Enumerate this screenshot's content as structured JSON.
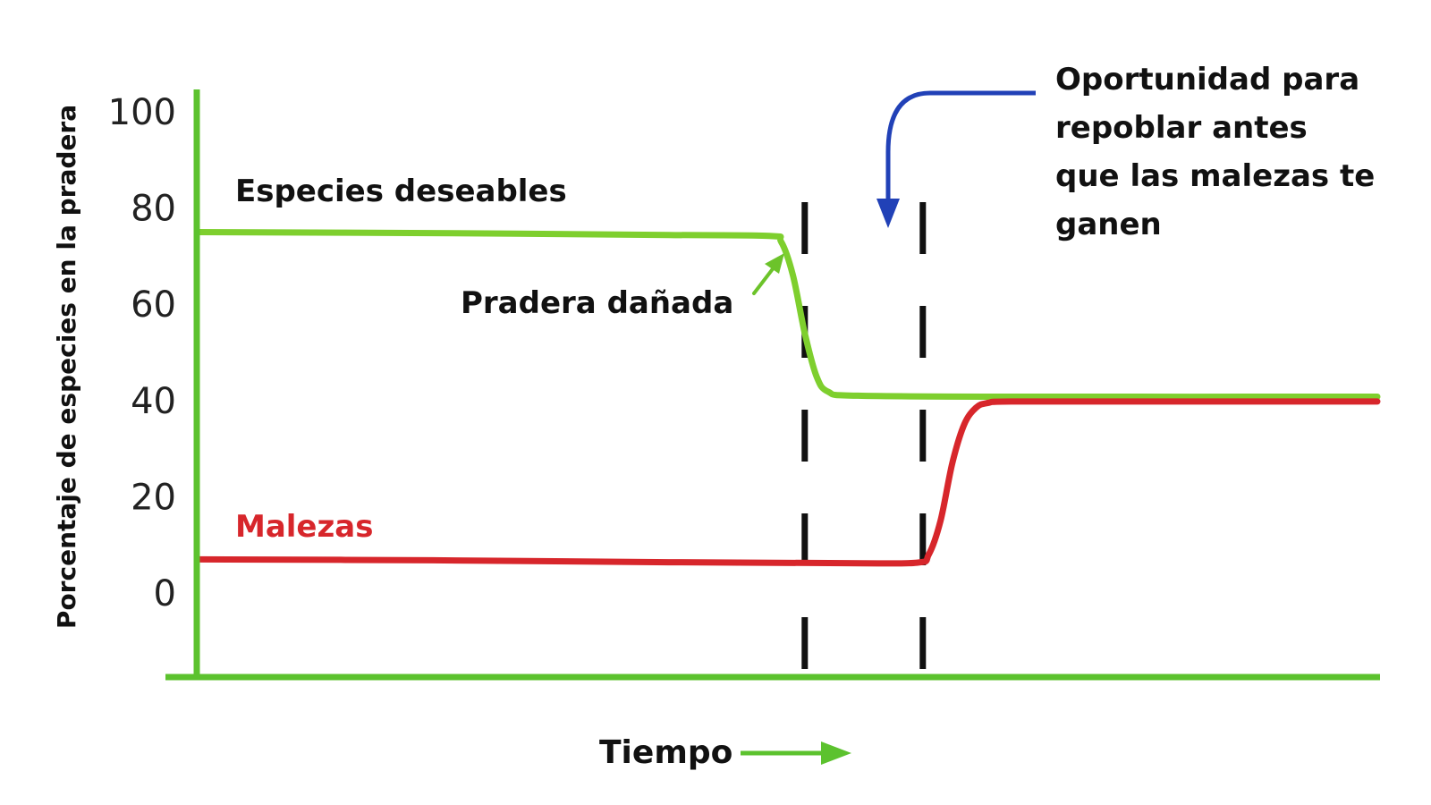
{
  "chart_data": {
    "type": "line",
    "title": "",
    "xlabel": "Tiempo",
    "ylabel": "Porcentaje de especies en la pradera",
    "ylim": [
      -17,
      100
    ],
    "xlim": [
      0,
      100
    ],
    "yticks": [
      "0",
      "20",
      "40",
      "60",
      "80",
      "100"
    ],
    "grid": false,
    "colors": {
      "axis": "#5cc22e",
      "desirable": "#7ecf2e",
      "weeds": "#d7262b",
      "annotation_arrow": "#2141b7",
      "damage_arrow": "#6cc32a",
      "divider": "#111111"
    },
    "series": [
      {
        "name": "Especies deseables",
        "color": "#7ecf2e",
        "x": [
          0,
          20,
          40,
          48.5,
          49.5,
          50.5,
          51.5,
          52.5,
          53.5,
          56,
          70,
          100
        ],
        "y": [
          75,
          74.8,
          74.4,
          74.2,
          73,
          66,
          54,
          45,
          41.8,
          41,
          40.8,
          40.8
        ]
      },
      {
        "name": "Malezas",
        "color": "#d7262b",
        "x": [
          0,
          20,
          40,
          55,
          61,
          62,
          63,
          64,
          65,
          66,
          67,
          69,
          80,
          100
        ],
        "y": [
          7,
          6.8,
          6.4,
          6.2,
          6.3,
          8,
          15,
          27,
          35,
          38.5,
          39.5,
          39.8,
          39.8,
          39.8
        ]
      }
    ],
    "dividers": [
      51.5,
      61.5
    ],
    "annotations": {
      "damage": "Pradera dañada",
      "opportunity": [
        "Oportunidad para",
        "repoblar antes",
        "que las malezas te",
        "ganen"
      ]
    }
  }
}
